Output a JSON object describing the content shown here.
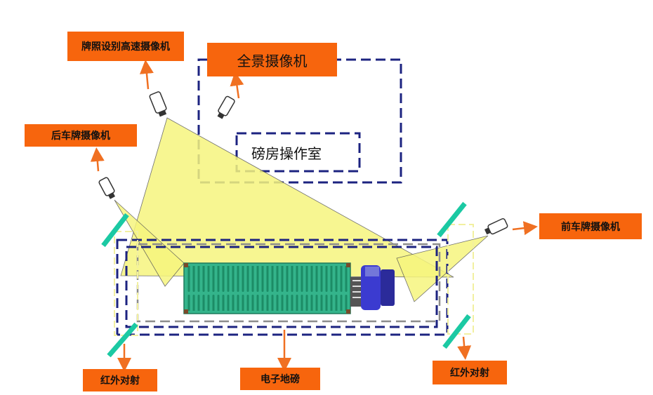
{
  "labels": {
    "plate_speed_camera": "牌照设别高速摄像机",
    "panorama_camera": "全景摄像机",
    "rear_plate_camera": "后车牌摄像机",
    "front_plate_camera": "前车牌摄像机",
    "weighbridge_room": "磅房操作室",
    "infrared_left": "红外对射",
    "infrared_right": "红外对射",
    "scale": "电子地磅"
  },
  "colors": {
    "label_bg": "#f7650d",
    "arrow": "#f07022",
    "navy_dash": "#1c2380",
    "gray_dash": "#8c8c8c",
    "yellow_beam": "#f6f57e",
    "teal_sensor": "#1bc9a3",
    "truck_green": "#34b48b",
    "truck_cab": "#3b3bd0"
  },
  "icons": [
    "camera-icon",
    "infrared-sensor-icon",
    "truck-icon",
    "arrow-icon"
  ]
}
